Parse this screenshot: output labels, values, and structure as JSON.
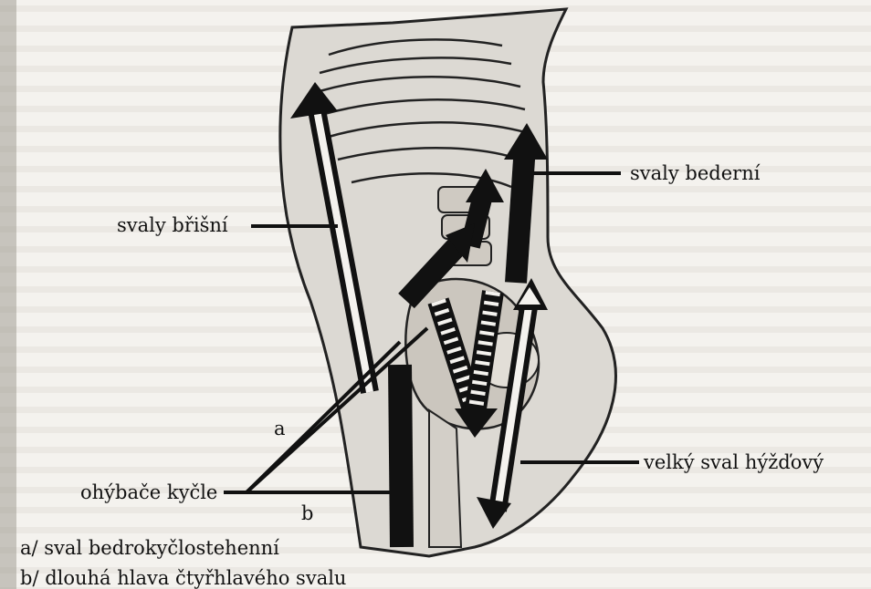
{
  "labels": {
    "lumbar": "svaly bederní",
    "abdominal": "svaly břišní",
    "hip_flexors": "ohýbače kyčle",
    "gluteus": "velký sval hýžďový",
    "a_mark": "a",
    "b_mark": "b"
  },
  "legend": [
    {
      "text": "a/ sval bedrokyčlostehenní"
    },
    {
      "text": "b/ dlouhá hlava čtyřhlavého svalu"
    }
  ],
  "colors": {
    "ink": "#111111",
    "background": "#f4f2ee",
    "bleed_text": "#c9c5be"
  }
}
